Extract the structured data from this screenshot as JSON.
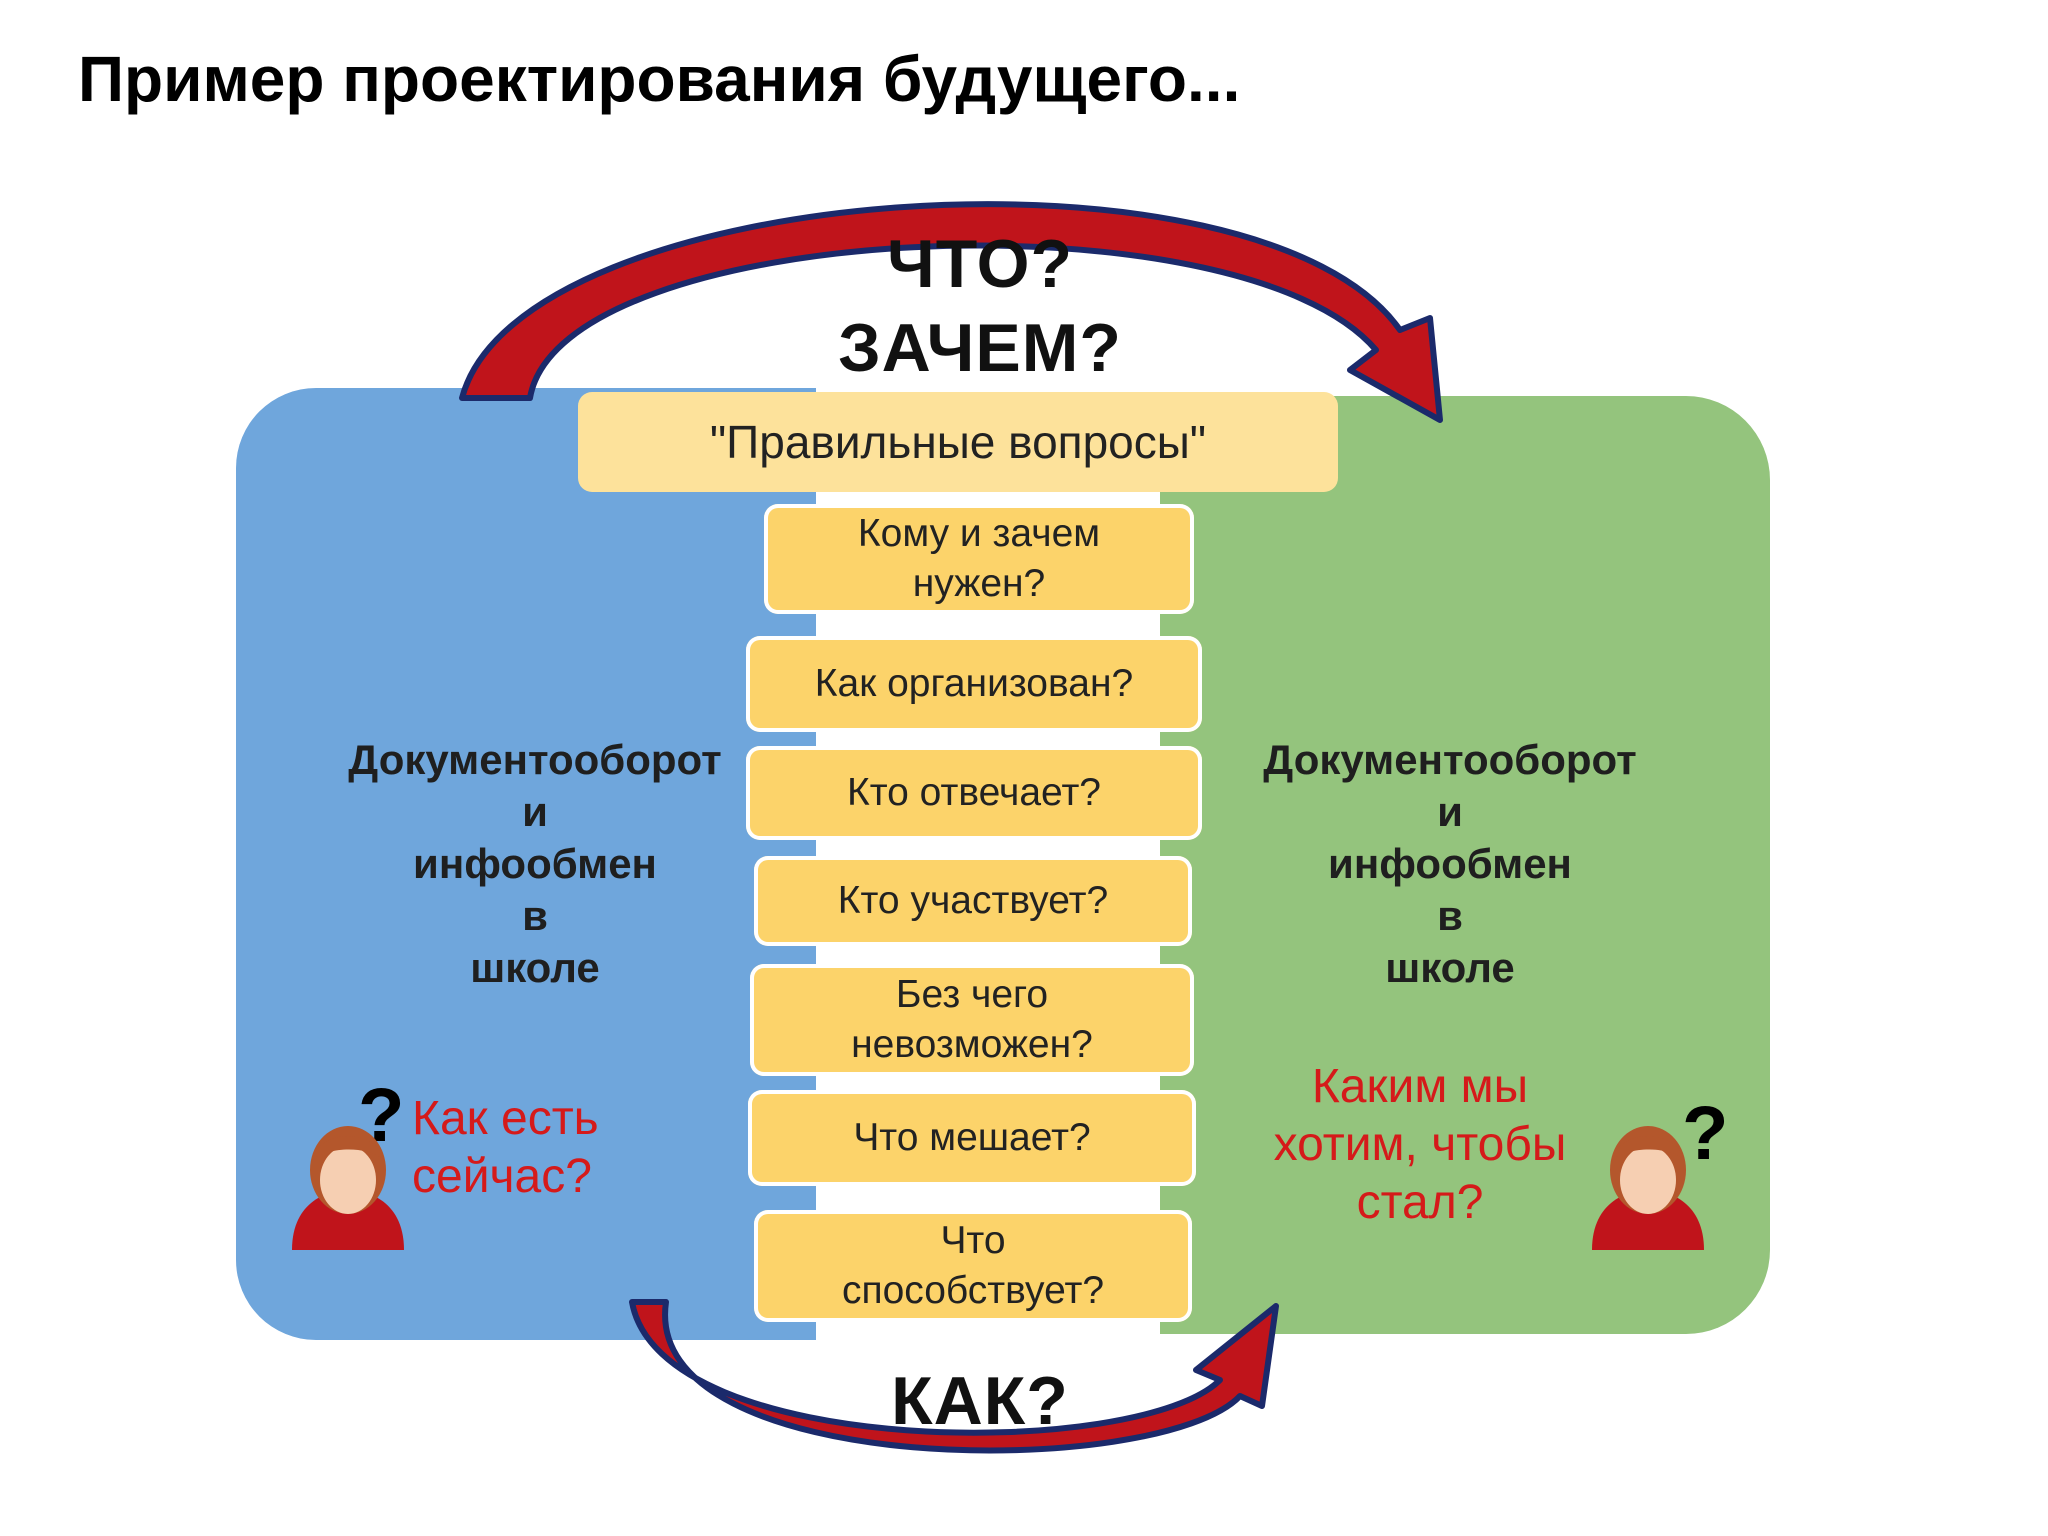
{
  "page": {
    "title": "Пример проектирования будущего..."
  },
  "top_heading": {
    "line1": "ЧТО?",
    "line2": "ЗАЧЕМ?"
  },
  "bottom_heading": "КАК?",
  "header_box": "\"Правильные вопросы\"",
  "questions": [
    {
      "line1": "Кому и зачем",
      "line2": "нужен?"
    },
    {
      "line1": "Как организован?",
      "line2": ""
    },
    {
      "line1": "Кто отвечает?",
      "line2": ""
    },
    {
      "line1": "Кто участвует?",
      "line2": ""
    },
    {
      "line1": "Без чего",
      "line2": "невозможен?"
    },
    {
      "line1": "Что мешает?",
      "line2": ""
    },
    {
      "line1": "Что",
      "line2": "способствует?"
    }
  ],
  "left_panel": {
    "label": [
      "Документооборот",
      "и",
      "инфообмен",
      "в",
      "школе"
    ],
    "question": [
      "Как есть",
      "сейчас?"
    ],
    "mark": "?"
  },
  "right_panel": {
    "label": [
      "Документооборот",
      "и",
      "инфообмен",
      "в",
      "школе"
    ],
    "question": [
      "Каким мы",
      "хотим, чтобы",
      "стал?"
    ],
    "mark": "?"
  },
  "colors": {
    "left_panel": "#6fa6dc",
    "right_panel": "#94c47d",
    "question_box": "#fcd36a",
    "header_box": "#fde29b",
    "arrow": "#c0141b",
    "arrow_outline": "#1b2a6b",
    "red_text": "#d51a1a"
  },
  "icons": [
    "person-icon-left",
    "person-icon-right",
    "curved-arrow-top",
    "curved-arrow-bottom"
  ]
}
